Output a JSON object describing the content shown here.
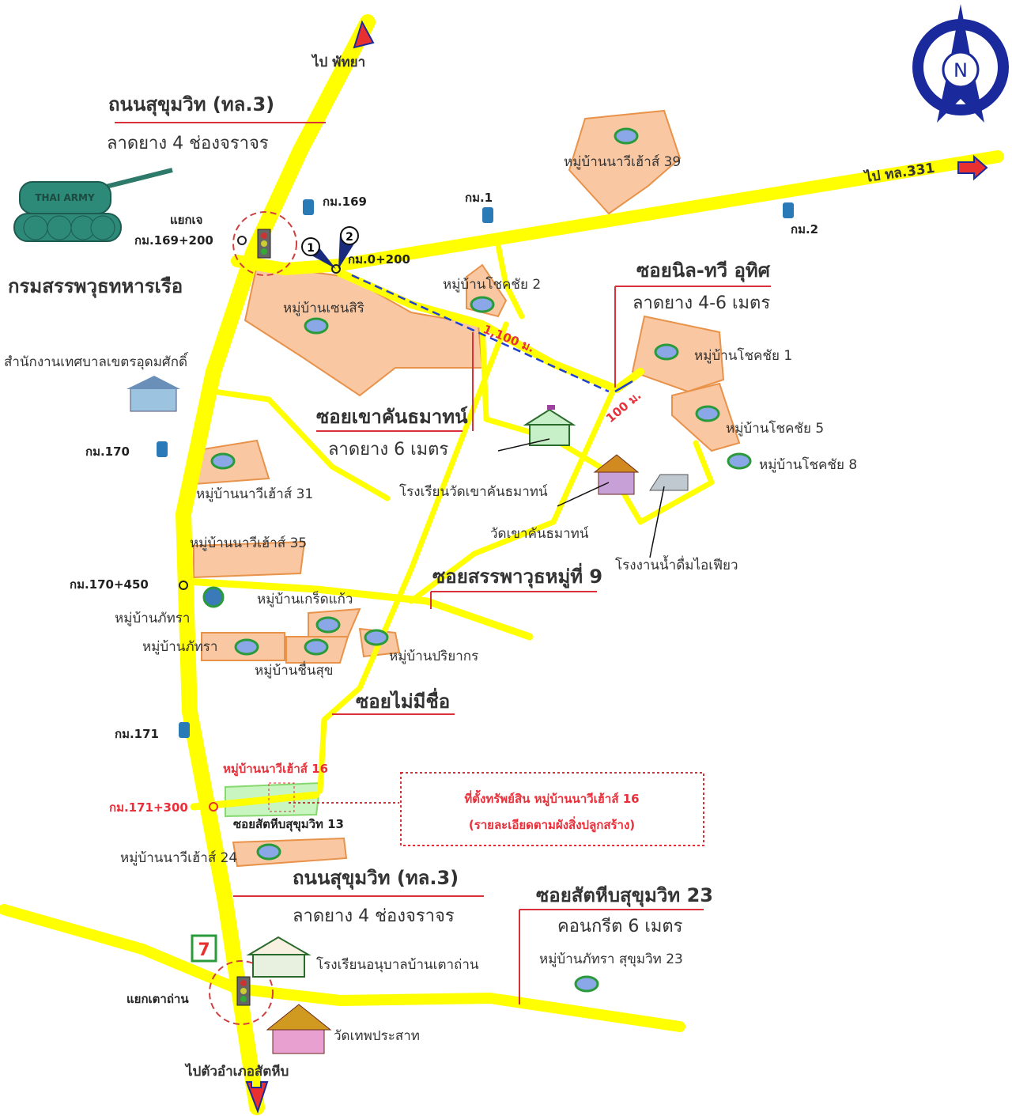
{
  "colors": {
    "road": "#ffff00",
    "village": "#f9c8a3",
    "accent_red": "#e8303a",
    "compass_blue": "#1a2a9c"
  },
  "compass": {
    "label": "N"
  },
  "directions": {
    "to_pattaya": "ไป พัทยา",
    "to_331": "ไป ทล.331",
    "to_sattahip": "ไปตัวอำเภอสัตหีบ"
  },
  "roads": {
    "sukhumvit_top": {
      "name": "ถนนสุขุมวิท (ทล.3)",
      "surface": "ลาดยาง 4 ช่องจราจร"
    },
    "sukhumvit_bottom": {
      "name": "ถนนสุขุมวิท (ทล.3)",
      "surface": "ลาดยาง 4 ช่องจราจร"
    },
    "soi_nil": {
      "name": "ซอยนิล-ทวี อุทิศ",
      "surface": "ลาดยาง 4-6 เมตร"
    },
    "soi_khao": {
      "name": "ซอยเขาคันธมาทน์",
      "surface": "ลาดยาง 6 เมตร"
    },
    "soi_sapawut": {
      "name": "ซอยสรรพาวุธหมู่ที่ 9"
    },
    "soi_noname": {
      "name": "ซอยไม่มีชื่อ"
    },
    "soi_23": {
      "name": "ซอยสัตหีบสุขุมวิท 23",
      "surface": "คอนกรีต 6 เมตร"
    },
    "soi_13": {
      "name": "ซอยสัตหีบสุขุมวิท 13"
    }
  },
  "km_markers": [
    "กม.169",
    "กม.1",
    "กม.2",
    "กม.169+200",
    "กม.0+200",
    "กม.170",
    "กม.170+450",
    "กม.171",
    "กม.171+300"
  ],
  "junctions": {
    "jae": "แยกเจ",
    "tao_than": "แยกเตาถ่าน"
  },
  "distances": {
    "d1": "1,100 ม.",
    "d2": "100 ม."
  },
  "markers": [
    "1",
    "2"
  ],
  "tank": {
    "label": "THAI ARMY"
  },
  "places": {
    "navy": "กรมสรรพวุธทหารเรือ",
    "municipal": "สำนักงานเทศบาลเขตรอุดมศักดิ์",
    "school_khao": "โรงเรียนวัดเขาคันธมาทน์",
    "wat_khao": "วัดเขาคันธมาทน์",
    "factory": "โรงงานน้ำดื่มไอเฟียว",
    "school_tao": "โรงเรียนอนุบาลบ้านเตาถ่าน",
    "wat_thep": "วัดเทพประสาท"
  },
  "villages": {
    "nawi39": "หมู่บ้านนาวีเฮ้าส์ 39",
    "chokchai2": "หมู่บ้านโชคชัย 2",
    "sensiri": "หมู่บ้านเซนสิริ",
    "chokchai1": "หมู่บ้านโชคชัย 1",
    "chokchai5": "หมู่บ้านโชคชัย 5",
    "chokchai8": "หมู่บ้านโชคชัย 8",
    "nawi31": "หมู่บ้านนาวีเฮ้าส์ 31",
    "nawi35": "หมู่บ้านนาวีเฮ้าส์ 35",
    "phatra1": "หมู่บ้านภัทรา",
    "kritkaew": "หมู่บ้านเกร็ดแก้ว",
    "phatra2": "หมู่บ้านภัทรา",
    "parichat": "หมู่บ้านปริยากร",
    "chuensuk": "หมู่บ้านชื่นสุข",
    "nawi16": "หมู่บ้านนาวีเฮ้าส์ 16",
    "nawi24": "หมู่บ้านนาวีเฮ้าส์ 24",
    "phatra23": "หมู่บ้านภัทรา สุขุมวิท 23"
  },
  "property_box": {
    "line1": "ที่ตั้งทรัพย์สิน หมู่บ้านนาวีเฮ้าส์ 16",
    "line2": "(รายละเอียดตามผังสิ่งปลูกสร้าง)"
  }
}
